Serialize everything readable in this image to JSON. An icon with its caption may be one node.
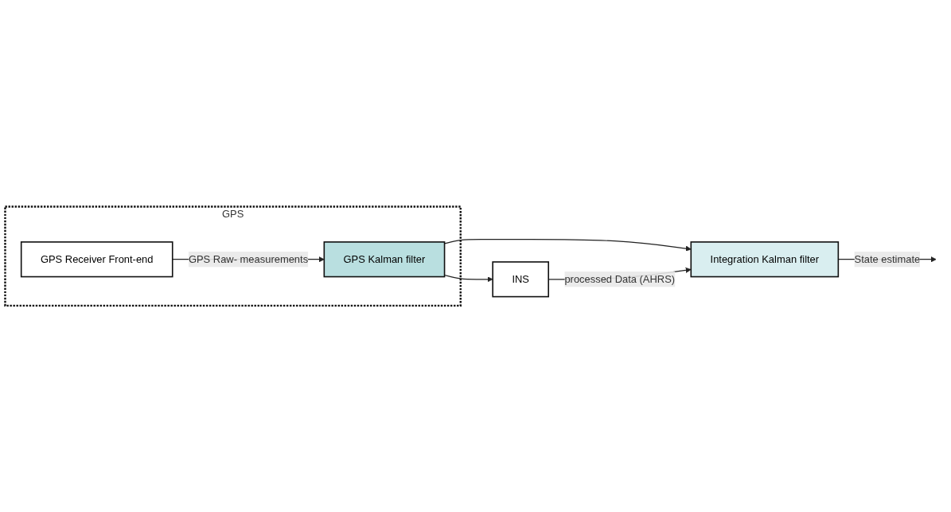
{
  "diagram": {
    "nodes": [
      {
        "text": [
          "GPS"
        ]
      },
      {
        "text": [
          "GPS Receiver Front-end"
        ],
        "in": 0
      },
      {
        "text": [
          "GPS Kalman filter"
        ],
        "in": 0
      },
      {
        "text": [
          "INS"
        ]
      },
      {
        "text": [
          "Integration Kalman filter"
        ]
      }
    ],
    "edges": [
      {
        "from": 1,
        "to": 2,
        "arrow": "to",
        "label": "GPS Raw- measurements"
      },
      {
        "from": 2,
        "to": 4,
        "arrow": "to"
      },
      {
        "from": 2,
        "to": 3,
        "arrow": "to"
      },
      {
        "from": 3,
        "to": 4,
        "arrow": "to",
        "label": "processed Data (AHRS)"
      },
      {
        "from": 4,
        "to": null,
        "arrow": "to",
        "label": "State estimate"
      }
    ]
  }
}
